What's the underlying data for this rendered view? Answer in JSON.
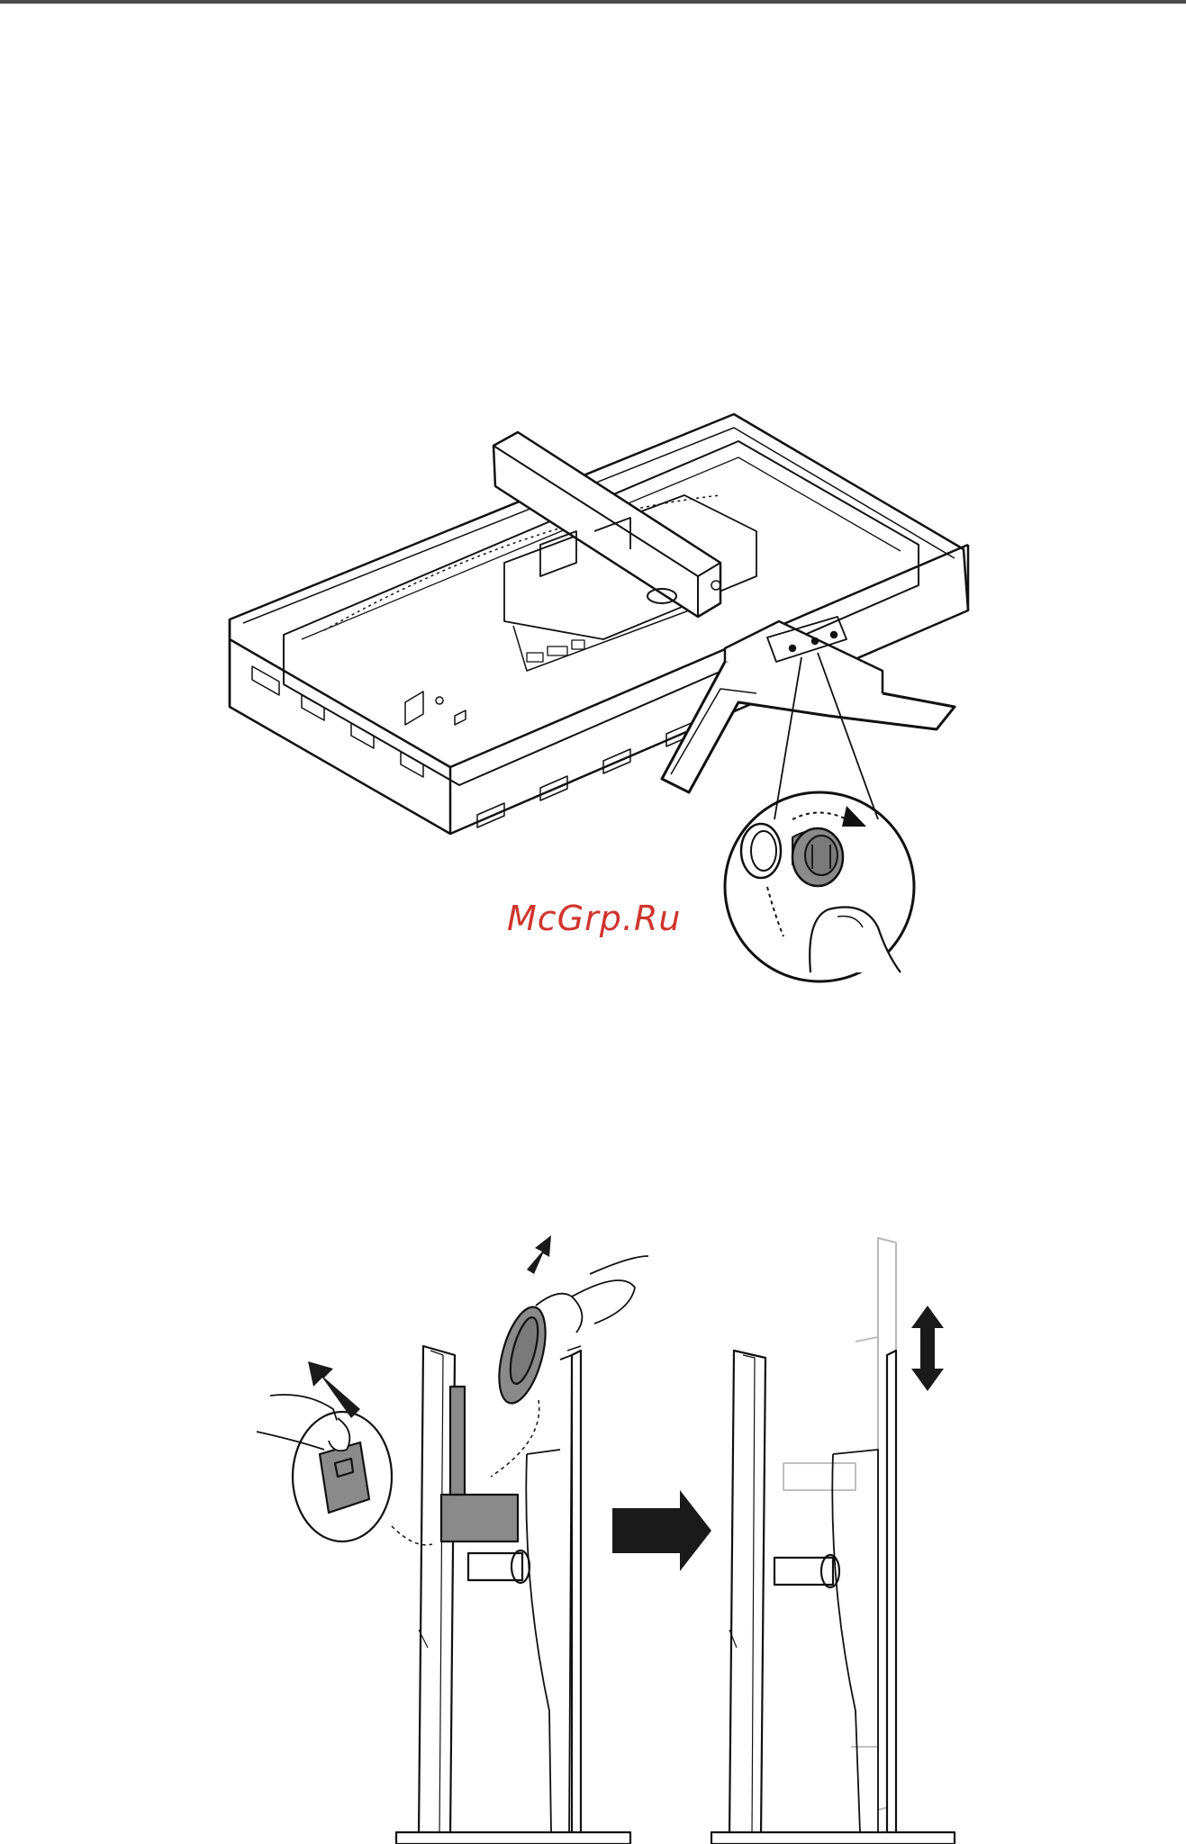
{
  "page": {
    "watermark": "McGrp.Ru"
  },
  "figures": [
    {
      "name": "monitor-back-with-stand-and-screw-detail",
      "callout": "thumbscrew-rotation"
    },
    {
      "name": "height-adjust-pin-removal",
      "arrows": [
        "remove-clip",
        "pull-pin",
        "next-step",
        "height-adjust"
      ]
    }
  ],
  "colors": {
    "line": "#111111",
    "fill_gray": "#8a8a8a",
    "dark_arrow": "#1a1a1a",
    "ghost": "#b8b8b8",
    "watermark": "#d0342c"
  }
}
